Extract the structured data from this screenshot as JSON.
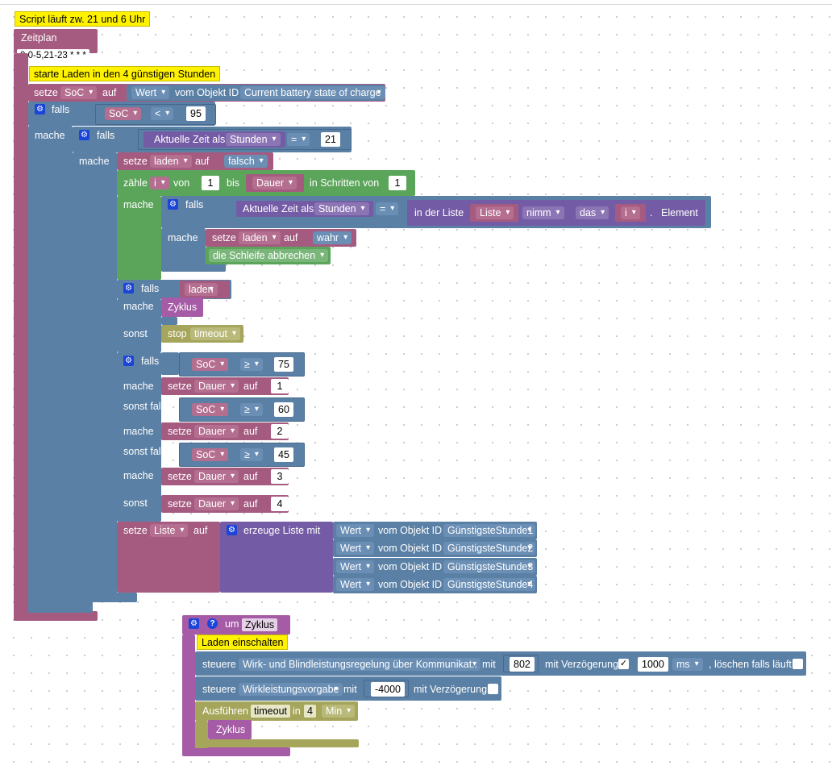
{
  "workspace": {
    "comment_main": "Script läuft zw. 21 und 6 Uhr",
    "schedule": {
      "label": "Zeitplan",
      "cron": "0 0-5,21-23 * * *"
    },
    "comment_charge": "starte Laden in den 4 günstigen Stunden",
    "set_soc": {
      "setze": "setze",
      "var": "SoC",
      "auf": "auf",
      "value_sel": "Wert",
      "obj_label": "vom Objekt ID",
      "obj_id": "Current battery state of charge"
    },
    "if_soc": {
      "falls": "falls",
      "mache": "mache",
      "var": "SoC",
      "op": "<",
      "value": "95"
    },
    "if_hour": {
      "falls": "falls",
      "mache": "mache",
      "time_label": "Aktuelle Zeit als",
      "unit": "Stunden",
      "op": "=",
      "value": "21"
    },
    "set_laden_false": {
      "setze": "setze",
      "var": "laden",
      "auf": "auf",
      "value": "falsch"
    },
    "loop": {
      "zaehle": "zähle",
      "var": "i",
      "von": "von",
      "from": "1",
      "bis": "bis",
      "to_var": "Dauer",
      "step_label": "in Schritten von",
      "step": "1",
      "mache": "mache"
    },
    "inner_if": {
      "falls": "falls",
      "mache": "mache",
      "time_label": "Aktuelle Zeit als",
      "unit": "Stunden",
      "op": "=",
      "list_label": "in der Liste",
      "list_var": "Liste",
      "action": "nimm",
      "pos": "das",
      "index_var": "i",
      "element": "Element"
    },
    "set_laden_true": {
      "setze": "setze",
      "var": "laden",
      "auf": "auf",
      "value": "wahr"
    },
    "break_loop": "die Schleife abbrechen",
    "if_laden": {
      "falls": "falls",
      "var": "laden",
      "mache": "mache",
      "call": "Zyklus",
      "sonst": "sonst",
      "stop": "stop",
      "timeout": "timeout"
    },
    "duration_if": {
      "falls": "falls",
      "sonst_falls": "sonst falls",
      "mache": "mache",
      "sonst": "sonst",
      "soc": "SoC",
      "op": "≥",
      "setze": "setze",
      "var": "Dauer",
      "auf": "auf",
      "conditions": [
        {
          "threshold": "75",
          "duration": "1"
        },
        {
          "threshold": "60",
          "duration": "2"
        },
        {
          "threshold": "45",
          "duration": "3"
        }
      ],
      "else_duration": "4"
    },
    "set_list": {
      "setze": "setze",
      "var": "Liste",
      "auf": "auf",
      "create": "erzeuge Liste mit",
      "value_sel": "Wert",
      "obj_label": "vom Objekt ID",
      "items": [
        "GünstigsteStunde1",
        "GünstigsteStunde2",
        "GünstigsteStunde3",
        "GünstigsteStunde4"
      ]
    },
    "function": {
      "um": "um",
      "name": "Zyklus",
      "comment": "Laden einschalten",
      "control1": {
        "steuere": "steuere",
        "target": "Wirk- und Blindleistungsregelung über Kommunikat..",
        "mit": "mit",
        "value": "802",
        "delay_label": "mit Verzögerung",
        "check": "✓",
        "delay": "1000",
        "unit": "ms",
        "clear_label": ", löschen falls läuft"
      },
      "control2": {
        "steuere": "steuere",
        "target": "Wirkleistungsvorgabe",
        "mit": "mit",
        "value": "-4000",
        "delay_label": "mit Verzögerung"
      },
      "timeout": {
        "label": "Ausführen",
        "name": "timeout",
        "in": "in",
        "value": "4",
        "unit": "Min",
        "call": "Zyklus"
      }
    }
  },
  "icons": {
    "gear": "⚙",
    "help": "?"
  }
}
